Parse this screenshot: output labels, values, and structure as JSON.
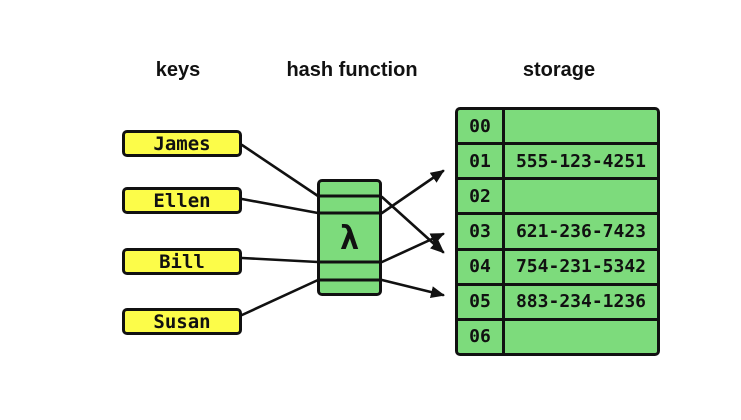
{
  "headers": {
    "keys": "keys",
    "hash_function": "hash function",
    "storage": "storage"
  },
  "keys": {
    "items": [
      {
        "label": "James"
      },
      {
        "label": "Ellen"
      },
      {
        "label": "Bill"
      },
      {
        "label": "Susan"
      }
    ]
  },
  "hash_function": {
    "symbol": "λ"
  },
  "storage": {
    "rows": [
      {
        "index": "00",
        "value": ""
      },
      {
        "index": "01",
        "value": "555-123-4251"
      },
      {
        "index": "02",
        "value": ""
      },
      {
        "index": "03",
        "value": "621-236-7423"
      },
      {
        "index": "04",
        "value": "754-231-5342"
      },
      {
        "index": "05",
        "value": "883-234-1236"
      },
      {
        "index": "06",
        "value": ""
      }
    ]
  },
  "connections": [
    {
      "key": "James",
      "slot": "04"
    },
    {
      "key": "Ellen",
      "slot": "01"
    },
    {
      "key": "Bill",
      "slot": "03"
    },
    {
      "key": "Susan",
      "slot": "05"
    }
  ],
  "colors": {
    "key_fill": "#fcfc49",
    "cell_fill": "#7ddb7c",
    "line": "#111111",
    "bg": "#ffffff"
  }
}
